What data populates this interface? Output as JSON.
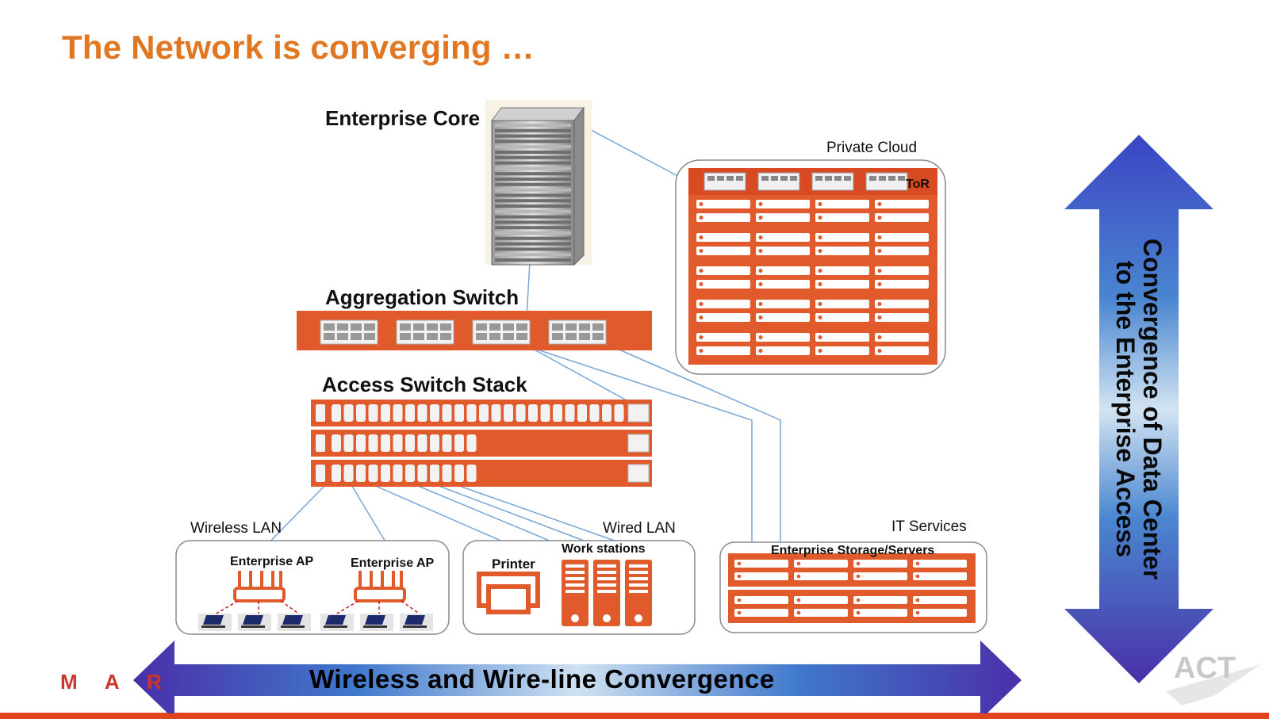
{
  "slide": {
    "title": "The Network is converging …",
    "brand_partial": "M A R",
    "logo_text": "ACT"
  },
  "labels": {
    "enterprise_core": "Enterprise Core",
    "private_cloud": "Private Cloud",
    "tor": "ToR",
    "aggregation_switch": "Aggregation Switch",
    "access_switch_stack": "Access Switch Stack",
    "wireless_lan": "Wireless LAN",
    "wired_lan": "Wired LAN",
    "it_services": "IT Services",
    "enterprise_ap_1": "Enterprise AP",
    "enterprise_ap_2": "Enterprise AP",
    "printer": "Printer",
    "work_stations": "Work stations",
    "enterprise_storage": "Enterprise Storage/Servers"
  },
  "banners": {
    "horizontal": "Wireless and Wire-line Convergence",
    "vertical_line1": "Convergence of Data Center",
    "vertical_line2": "to the Enterprise Access"
  },
  "colors": {
    "title": "#e07722",
    "equipment": "#e05a2b",
    "link": "#7aa6d6",
    "arrow_dark": "#3a3cb8",
    "arrow_light": "#c8dcef",
    "bottom_bar": "#e0461e"
  }
}
